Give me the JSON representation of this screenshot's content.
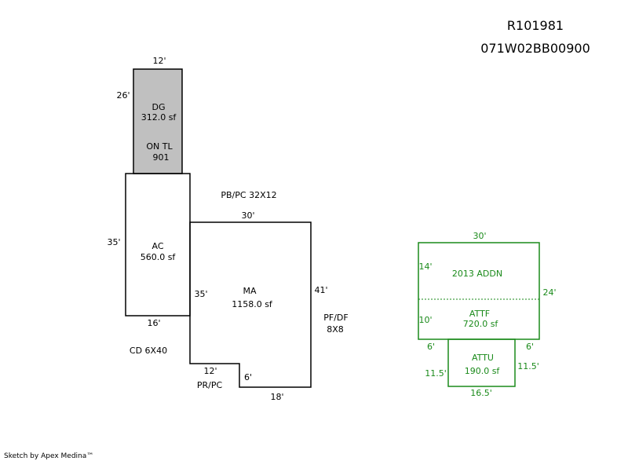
{
  "header": {
    "record_id": "R101981",
    "parcel_number": "071W02BB00900"
  },
  "footer": {
    "credit": "Sketch by Apex Medina™"
  },
  "colors": {
    "main_outline": "#000000",
    "dg_fill": "#c0c0c0",
    "addn_outline": "#1a8a1a"
  },
  "sketch": {
    "dg": {
      "top_dim": "12'",
      "left_dim": "26'",
      "name": "DG",
      "area": "312.0 sf",
      "note_line1": "ON TL",
      "note_line2": "901"
    },
    "ac": {
      "left_dim": "35'",
      "bottom_dim": "16'",
      "name": "AC",
      "area": "560.0 sf"
    },
    "ma": {
      "top_dim": "30'",
      "left_dim": "35'",
      "right_dim": "41'",
      "notch_width": "12'",
      "notch_height": "6'",
      "bottom_dim": "18'",
      "name": "MA",
      "area": "1158.0 sf"
    },
    "annotations": {
      "pb_pc": "PB/PC 32X12",
      "cd": "CD 6X40",
      "pr_pc": "PR/PC",
      "pf_df_line1": "PF/DF",
      "pf_df_line2": "8X8"
    },
    "addition": {
      "top_dim": "30'",
      "left_upper_dim": "14'",
      "left_lower_dim": "10'",
      "right_dim": "24'",
      "title": "2013 ADDN",
      "attf_name": "ATTF",
      "attf_area": "720.0 sf",
      "step_left": "6'",
      "step_right": "6'",
      "attu_name": "ATTU",
      "attu_area": "190.0 sf",
      "attu_left_dim": "11.5'",
      "attu_right_dim": "11.5'",
      "attu_bottom_dim": "16.5'"
    }
  }
}
